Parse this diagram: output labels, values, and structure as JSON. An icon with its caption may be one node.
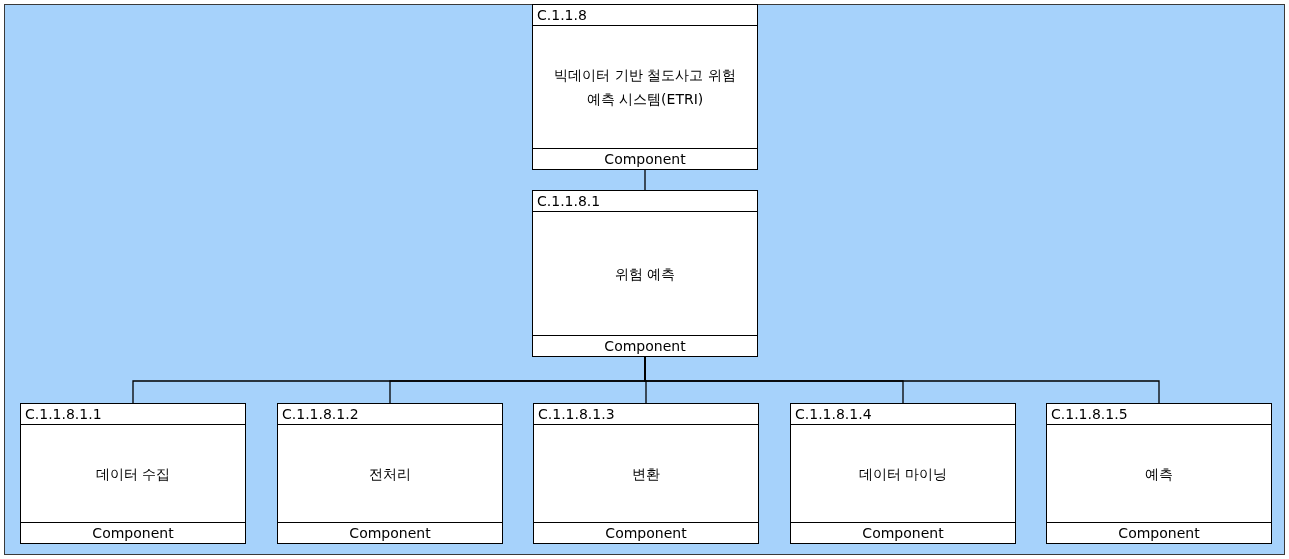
{
  "diagram": {
    "nodes": [
      {
        "text": [
          "C.1.1.8",
          "빅데이터 기반 철도사고 위험예측 시스템(ETRI)",
          "Component"
        ]
      },
      {
        "text": [
          "C.1.1.8.1",
          "위험 예측",
          "Component"
        ]
      },
      {
        "text": [
          "C.1.1.8.1.1",
          "데이터 수집",
          "Component"
        ]
      },
      {
        "text": [
          "C.1.1.8.1.2",
          "전처리",
          "Component"
        ]
      },
      {
        "text": [
          "C.1.1.8.1.3",
          "변환",
          "Component"
        ]
      },
      {
        "text": [
          "C.1.1.8.1.4",
          "데이터 마이닝",
          "Component"
        ]
      },
      {
        "text": [
          "C.1.1.8.1.5",
          "예측",
          "Component"
        ]
      }
    ],
    "edges": [
      {
        "from": 0,
        "to": 1,
        "arrow": "none"
      },
      {
        "from": 1,
        "to": 2,
        "arrow": "none"
      },
      {
        "from": 1,
        "to": 3,
        "arrow": "none"
      },
      {
        "from": 1,
        "to": 4,
        "arrow": "none"
      },
      {
        "from": 1,
        "to": 5,
        "arrow": "none"
      },
      {
        "from": 1,
        "to": 6,
        "arrow": "none"
      }
    ]
  }
}
